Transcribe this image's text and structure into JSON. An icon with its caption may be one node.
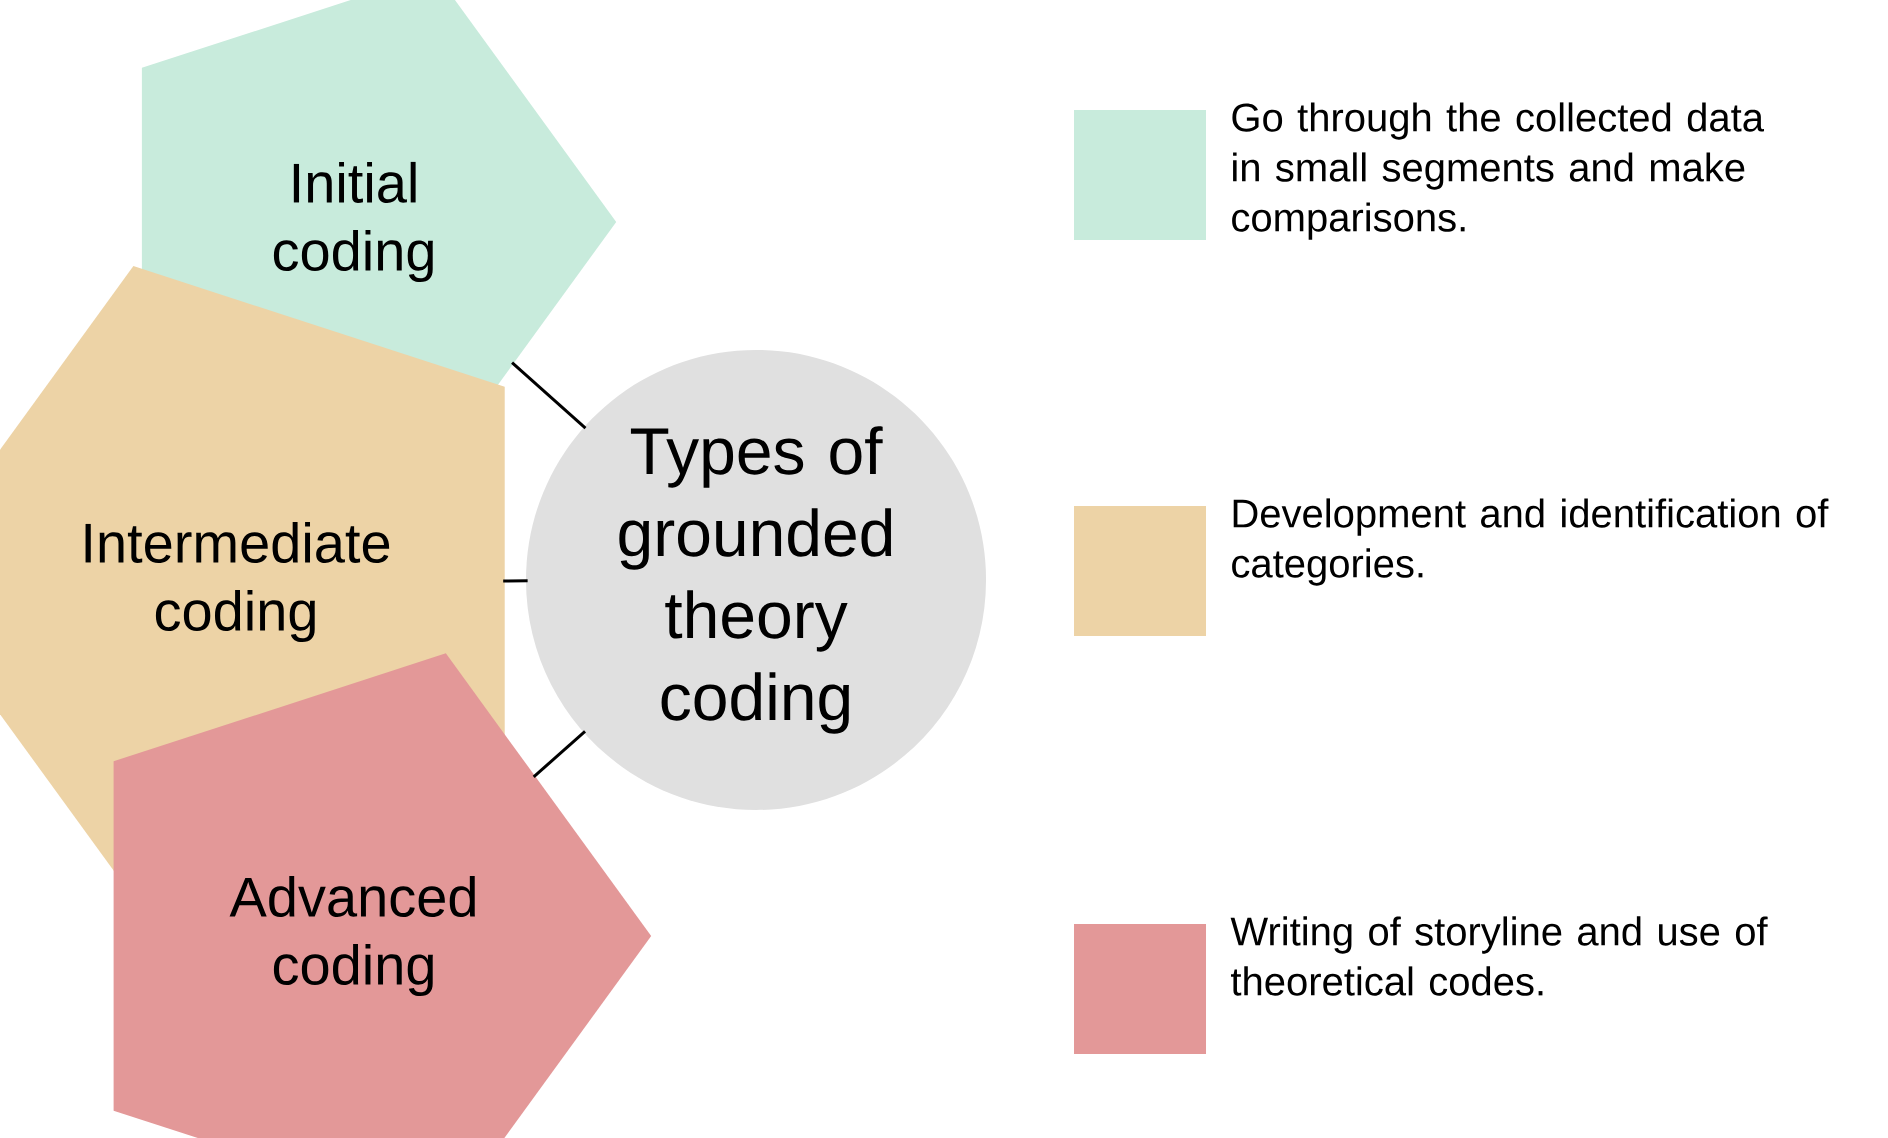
{
  "diagram": {
    "nodes": [
      {
        "text": [
          "Initial coding"
        ]
      },
      {
        "text": [
          "Intermediate coding"
        ]
      },
      {
        "text": [
          "Advanced coding"
        ]
      },
      {
        "text": [
          "Types of grounded theory coding"
        ]
      }
    ],
    "edges": [
      {
        "from": 0,
        "to": 3,
        "arrow": "none"
      },
      {
        "from": 1,
        "to": 3,
        "arrow": "none"
      },
      {
        "from": 2,
        "to": 3,
        "arrow": "none"
      }
    ],
    "legend": [
      {
        "text": "Go through the collected data in small segments and make comparisons.",
        "color": "#c8ebdc"
      },
      {
        "text": "Development and identification of categories.",
        "color": "#edd3a6"
      },
      {
        "text": "Writing of storyline and use of theoretical codes.",
        "color": "#e39898"
      }
    ]
  }
}
